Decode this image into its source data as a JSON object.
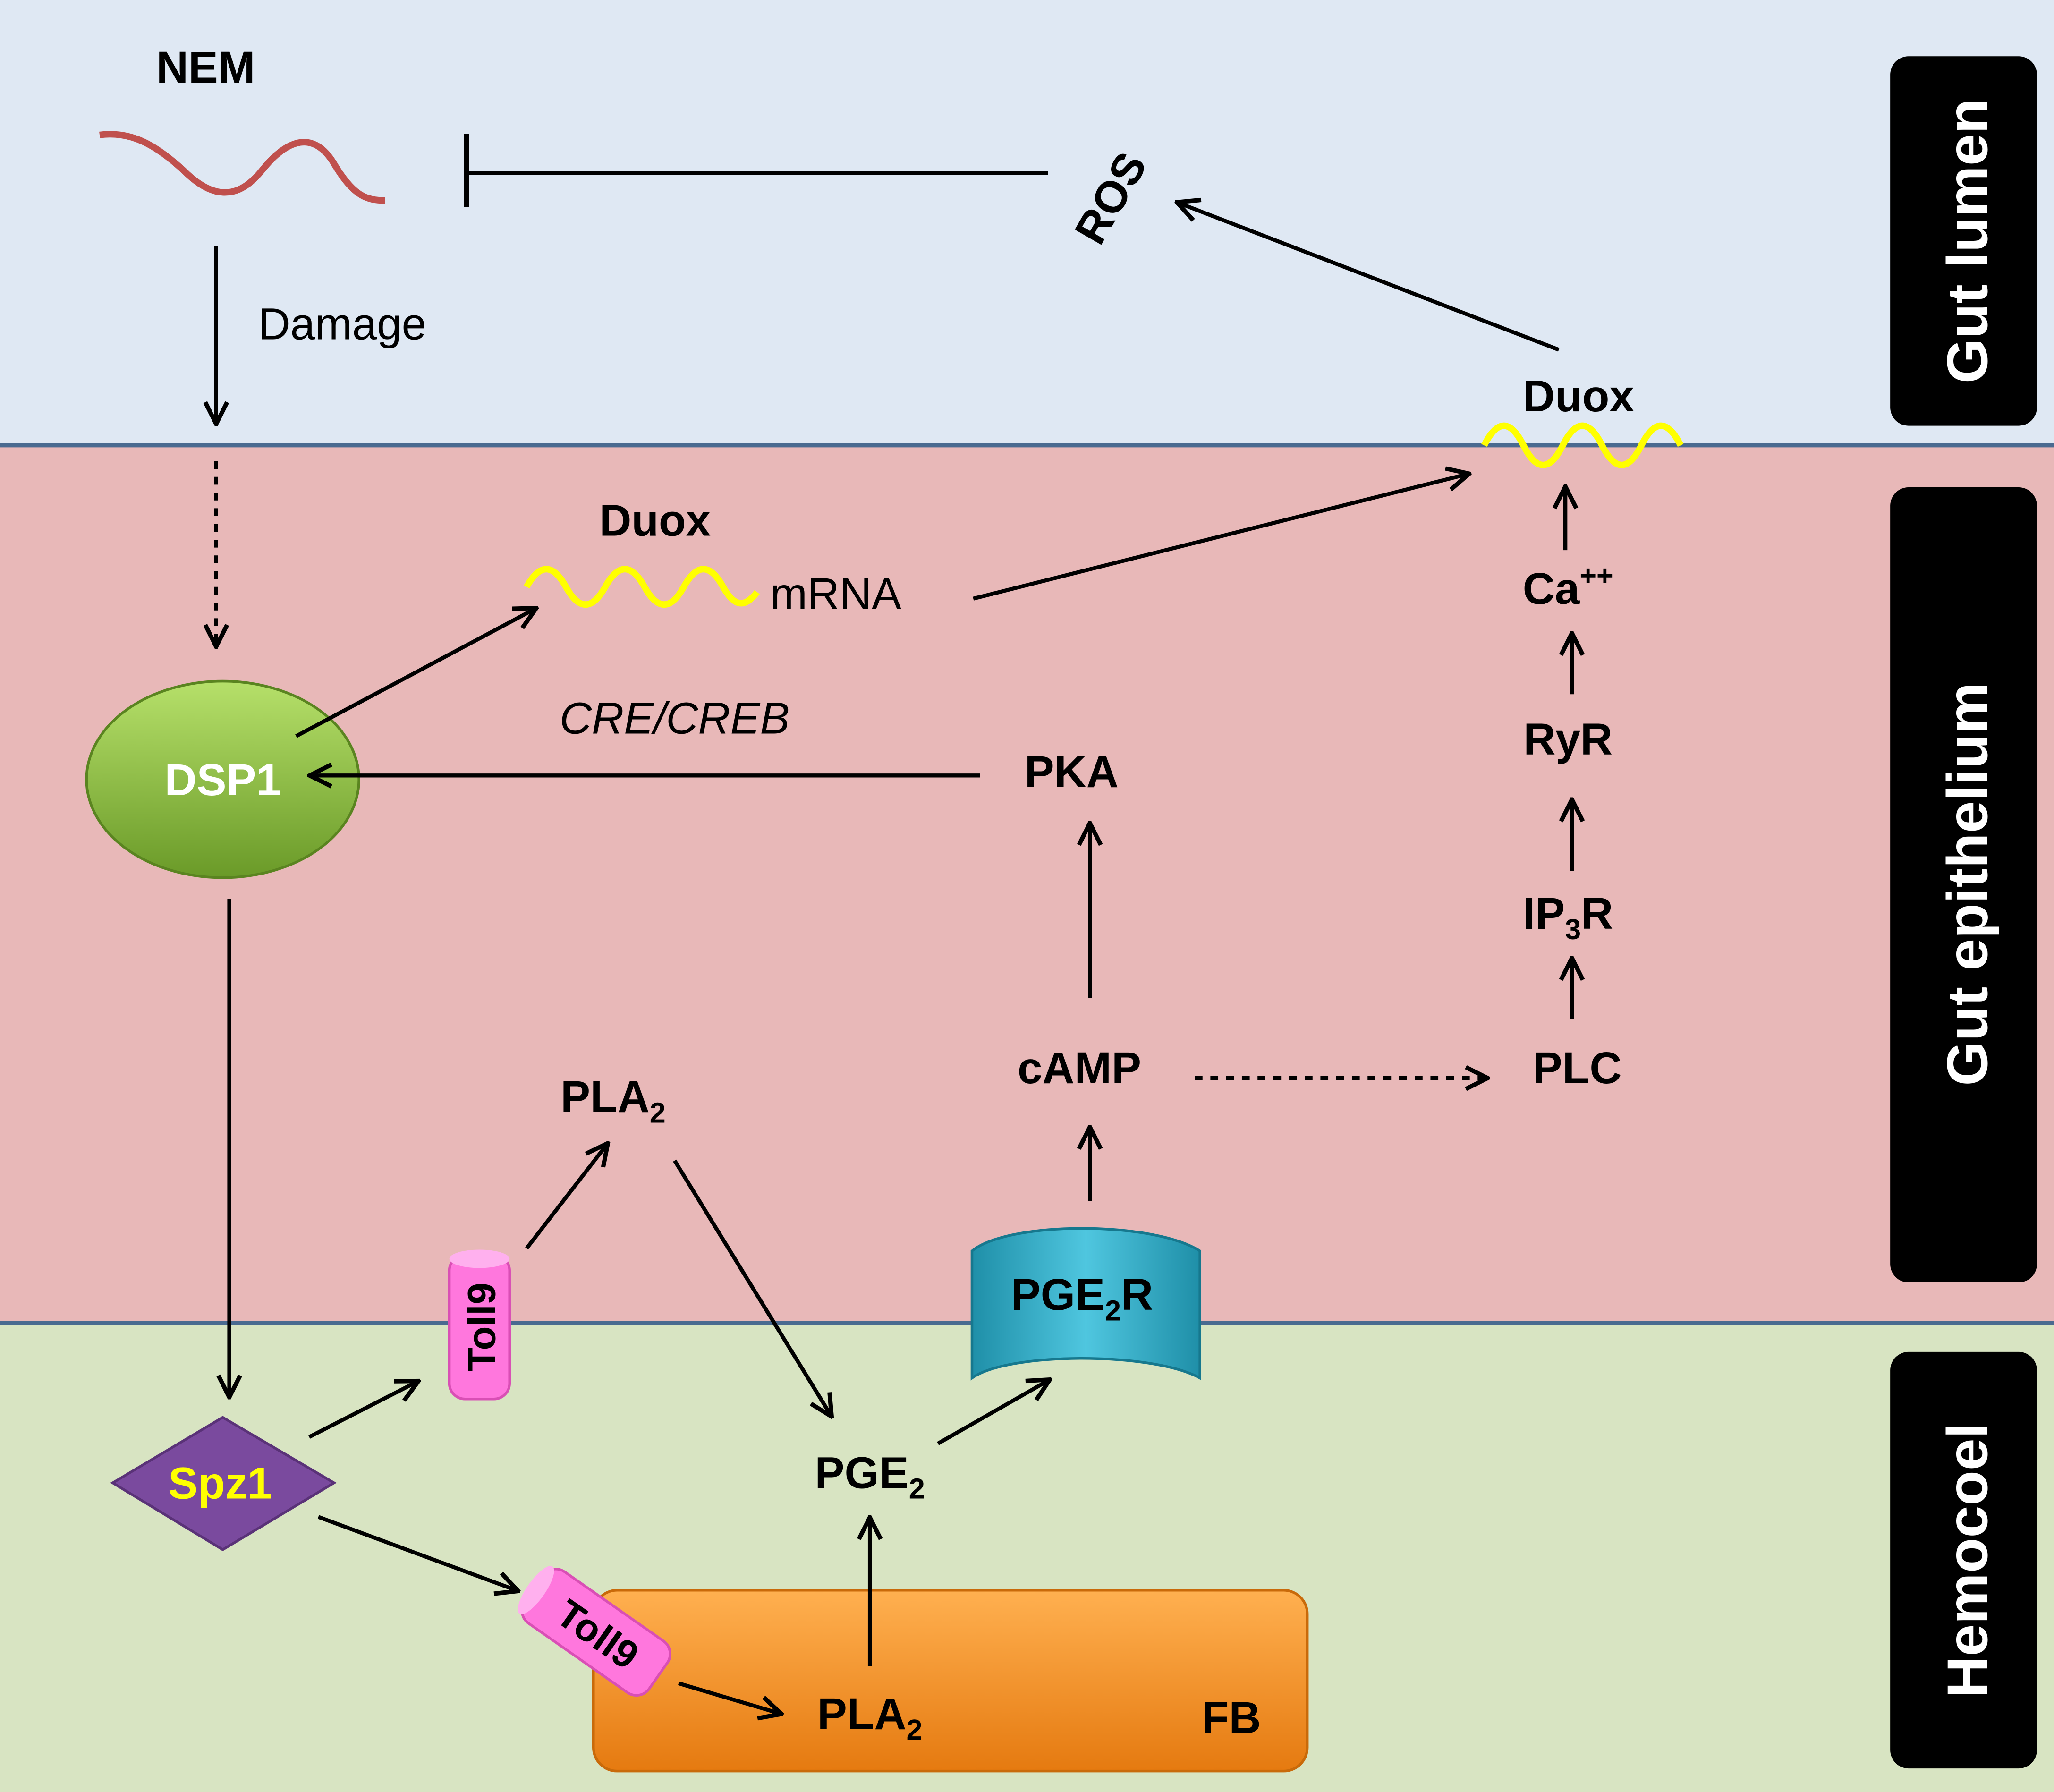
{
  "regions": {
    "lumen": "Gut lumen",
    "epithelium": "Gut epithelium",
    "hemocoel": "Hemocoel"
  },
  "nodes": {
    "nem": "NEM",
    "damage": "Damage",
    "ros": "ROS",
    "duox_membrane": "Duox",
    "duox_mrna_title": "Duox",
    "mrna": "mRNA",
    "cre_creb": "CRE/CREB",
    "dsp1": "DSP1",
    "pka": "PKA",
    "ca": "Ca",
    "ca_sup": "++",
    "ryr": "RyR",
    "ip3r_a": "IP",
    "ip3r_sub": "3",
    "ip3r_b": "R",
    "camp": "cAMP",
    "plc": "PLC",
    "pla2_epi": "PLA",
    "pla2_epi_sub": "2",
    "toll9_epi": "Toll9",
    "pge2r_a": "PGE",
    "pge2r_sub": "2",
    "pge2r_b": "R",
    "spz1": "Spz1",
    "pge2": "PGE",
    "pge2_sub": "2",
    "toll9_fb": "Toll9",
    "pla2_fb": "PLA",
    "pla2_fb_sub": "2",
    "fb": "FB"
  },
  "colors": {
    "lumen_bg": "#dfe8f3",
    "epithelium_bg": "#e8b8b8",
    "hemocoel_bg": "#d8e4c2",
    "boundary": "#4a6a90",
    "nem_worm": "#c0504d",
    "duox_wave": "#ffff00",
    "dsp1": "#8dc63f",
    "spz1": "#7a4a9e",
    "spz1_text": "#ffff00",
    "toll9": "#ff77dd",
    "pge2r": "#2eafc9",
    "fb": "#f7931e",
    "side_box": "#000000"
  }
}
